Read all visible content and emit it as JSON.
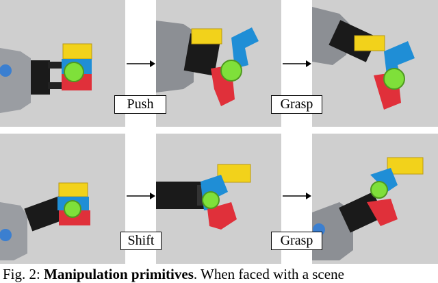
{
  "labels": {
    "row1_push": "Push",
    "row1_grasp": "Grasp",
    "row2_shift": "Shift",
    "row2_grasp": "Grasp"
  },
  "caption": {
    "prefix": "Fig. 2: ",
    "bold": "Manipulation primitives",
    "rest": ". When faced with a scene"
  },
  "colors": {
    "background_floor": "#cfcfcf",
    "yellow_block": "#f2d21b",
    "blue_block": "#1f8ed6",
    "red_block": "#e0303a",
    "green_cylinder": "#7fe03a",
    "gripper_black": "#1a1a1a",
    "robot_gray": "#8c8f94"
  }
}
